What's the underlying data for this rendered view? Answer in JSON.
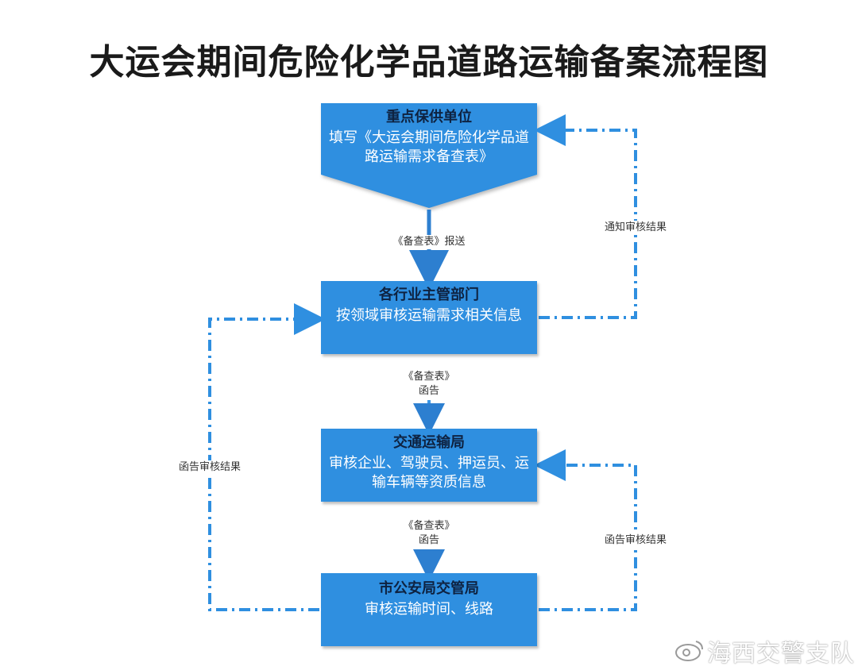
{
  "title": "大运会期间危险化学品道路运输备案流程图",
  "boxes": [
    {
      "head": "重点保供单位",
      "body": "填写《大运会期间危险化学品道路运输需求备查表》"
    },
    {
      "head": "各行业主管部门",
      "body": "按领域审核运输需求相关信息"
    },
    {
      "head": "交通运输局",
      "body": "审核企业、驾驶员、押运员、运输车辆等资质信息"
    },
    {
      "head": "市公安局交管局",
      "body": "审核运输时间、线路"
    }
  ],
  "labels": {
    "submit": "《备查表》报送",
    "letter1_a": "《备查表》",
    "letter1_b": "函告",
    "letter2_a": "《备查表》",
    "letter2_b": "函告",
    "notify_result": "通知审核结果",
    "letter_result_left": "函告审核结果",
    "letter_result_right": "函告审核结果"
  },
  "watermark": "海西交警支队",
  "colors": {
    "box": "#2f8fe0",
    "arrow_solid": "#2d7fd0",
    "arrow_dash": "#2f8fe0",
    "head_text": "#0e2240"
  }
}
